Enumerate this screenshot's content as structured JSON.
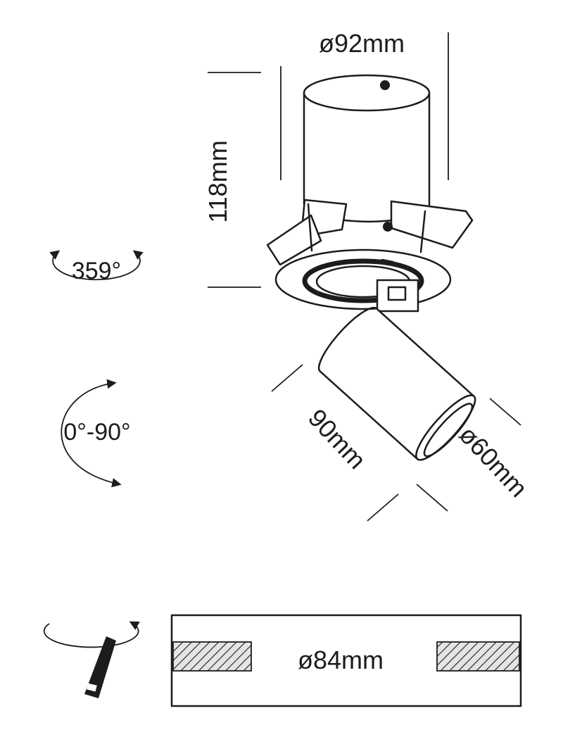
{
  "page": {
    "background": "#ffffff",
    "line_color": "#1c1c1c",
    "hatch_fill": "#e4e4e4"
  },
  "labels": {
    "top_diameter": "ø92mm",
    "height": "118mm",
    "rotation_range": "359°",
    "tilt_range": "0°-90°",
    "spot_length": "90mm",
    "spot_diameter": "ø60mm",
    "cutout_diameter": "ø84mm"
  }
}
